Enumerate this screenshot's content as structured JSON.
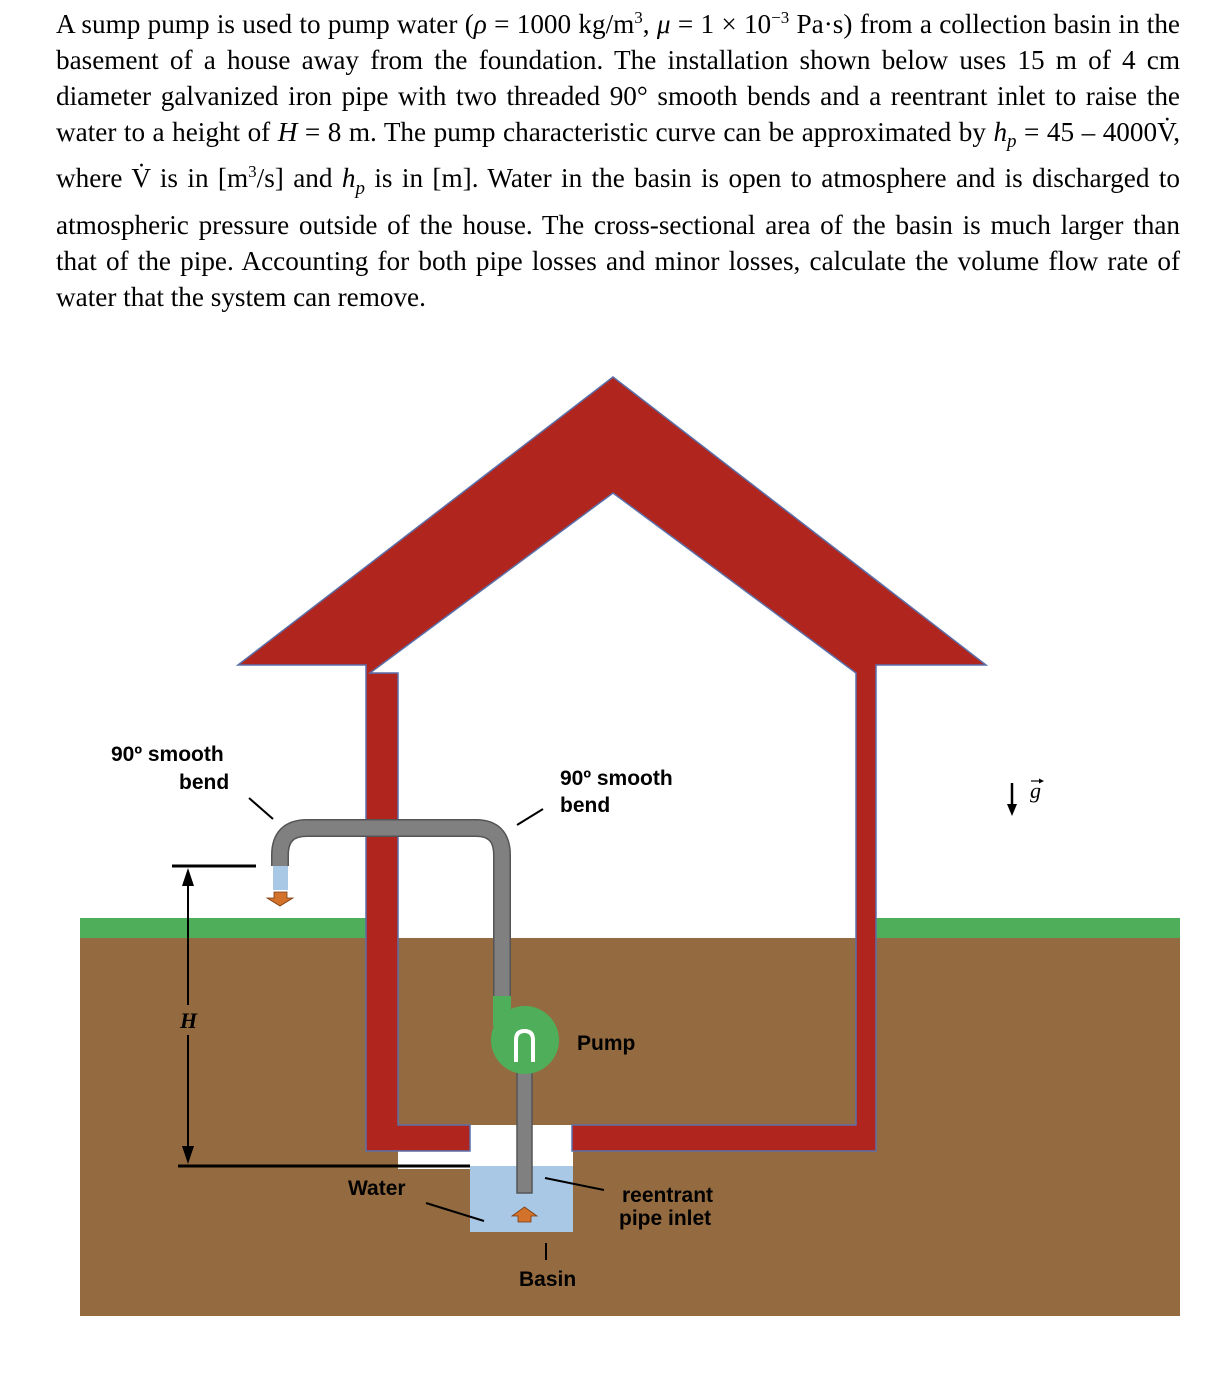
{
  "problem": {
    "t1": "A sump pump is used to pump water (",
    "rho_sym": "ρ",
    "t2": " = 1000 kg/m",
    "t3": ", ",
    "mu_sym": "μ",
    "t4": " = 1 × 10",
    "t5": " Pa·s) from a collection basin in the basement of a house away from the foundation. The installation shown below uses 15 m of 4 cm diameter galvanized iron pipe with two threaded 90° smooth bends and a reentrant inlet to raise the water to a height of ",
    "H_sym": "H",
    "t6": " = 8 m. The pump characteristic curve can be approximated by ",
    "h_sym": "h",
    "p_sub": "p",
    "t7": " = 45 – 4000V̇, where V̇ is in [m",
    "t8": "/s] and ",
    "t9": " is in [m]. Water in the basin is open to atmosphere and is discharged to atmospheric pressure outside of the house. The cross-sectional area of the basin is much larger than that of the pipe. Accounting for both pipe losses and minor losses, calculate the volume flow rate of water that the system can remove.",
    "sup3": "3",
    "sup_m3": "−3"
  },
  "labels": {
    "bend_left_1": "90º smooth",
    "bend_left_2": "bend",
    "bend_right_1": "90º smooth",
    "bend_right_2": "bend",
    "pump": "Pump",
    "H": "H",
    "water": "Water",
    "reentrant_1": "reentrant",
    "reentrant_2": "pipe inlet",
    "basin": "Basin",
    "g": "g"
  },
  "colors": {
    "wall": "#B0261E",
    "wall_edge": "#5A6FA8",
    "soil": "#946B40",
    "grass": "#4FAE5A",
    "pipe": "#808080",
    "water": "#A8C8E6",
    "pump": "#4FAE5A",
    "flow_arrow": "#D3722B"
  }
}
